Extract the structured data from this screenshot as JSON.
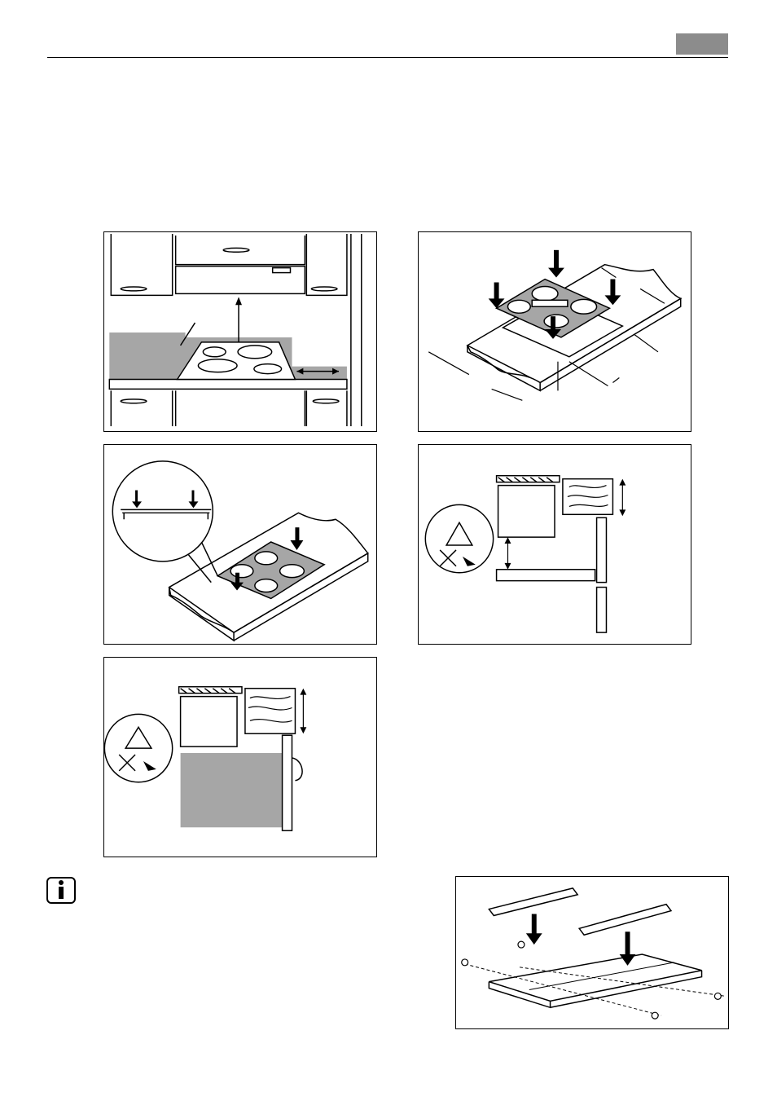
{
  "page": {
    "header": {
      "tab_color": "#8c8c8c"
    },
    "figures": [
      {
        "id": "kitchen-overview",
        "icon": "kitchen-installation-diagram"
      },
      {
        "id": "hob-cutout-dimensions",
        "icon": "hob-cutout-diagram"
      },
      {
        "id": "hob-seal-detail",
        "icon": "hob-seal-magnified-diagram"
      },
      {
        "id": "drawer-clearance",
        "icon": "drawer-clearance-diagram"
      },
      {
        "id": "oven-clearance",
        "icon": "oven-clearance-diagram"
      },
      {
        "id": "protection-box-assembly",
        "icon": "protection-box-diagram"
      }
    ],
    "info": {
      "icon": "info-icon"
    },
    "colors": {
      "grey_fill": "#a6a6a6",
      "line": "#000000"
    }
  }
}
